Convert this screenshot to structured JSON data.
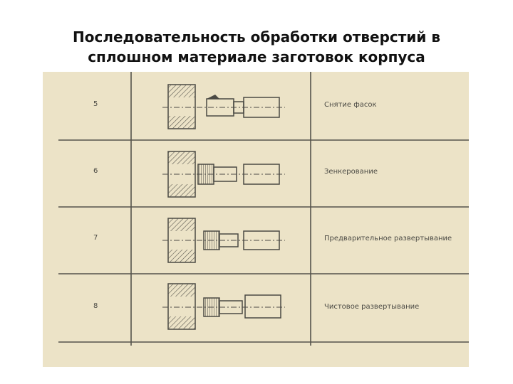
{
  "title": {
    "line1": "Последовательность обработки отверстий в",
    "line2": "сплошном материале заготовок корпуса"
  },
  "table": {
    "rows": [
      {
        "step": "5",
        "operation": "Снятие фасок"
      },
      {
        "step": "6",
        "operation": "Зенкерование"
      },
      {
        "step": "7",
        "operation": "Предварительное развертывание"
      },
      {
        "step": "8",
        "operation": "Чистовое развертывание"
      }
    ]
  },
  "colors": {
    "paper": "#ece3c7",
    "ink": "#4b4a44"
  }
}
